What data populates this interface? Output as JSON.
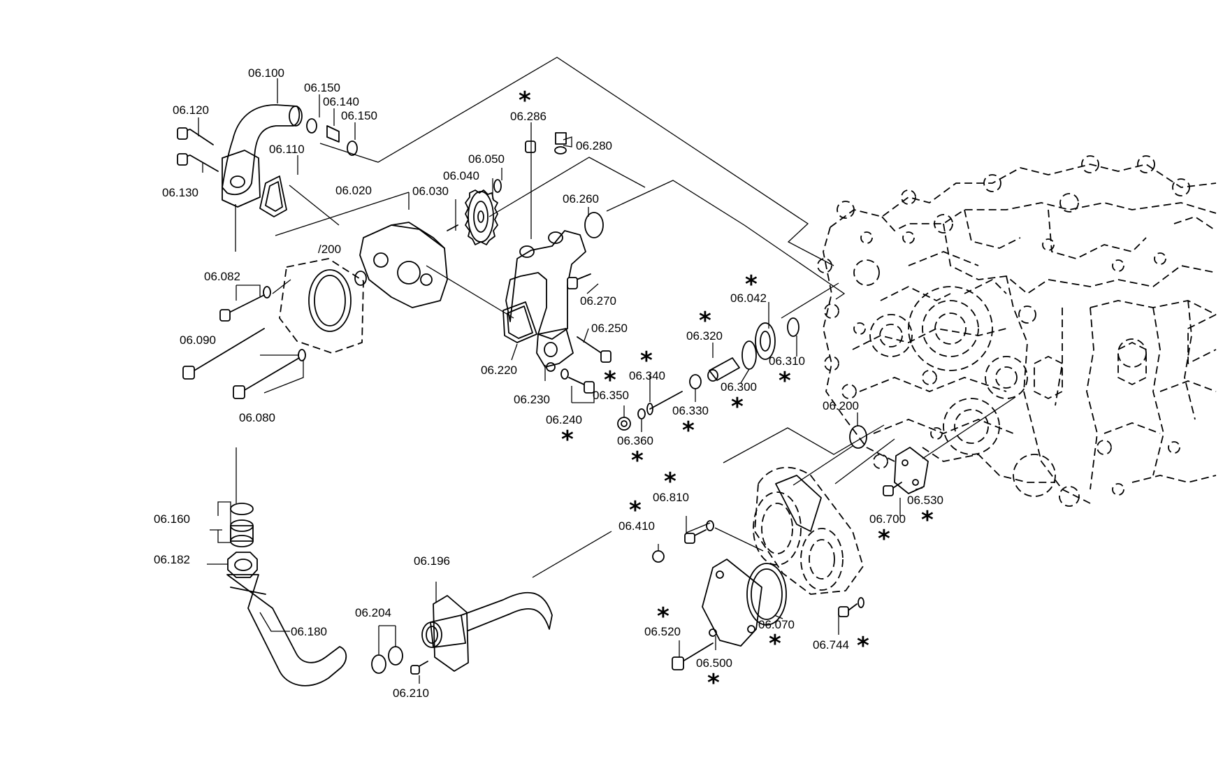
{
  "labels": {
    "l06100": "06.100",
    "l06120": "06.120",
    "l06150a": "06.150",
    "l06140": "06.140",
    "l06150b": "06.150",
    "l06110": "06.110",
    "l06130": "06.130",
    "l06020": "06.020",
    "l06030": "06.030",
    "l06040": "06.040",
    "l06050": "06.050",
    "l06286": "06.286",
    "l06280": "06.280",
    "l06260": "06.260",
    "l200": "/200",
    "l06082": "06.082",
    "l06090": "06.090",
    "l06080": "06.080",
    "l06270": "06.270",
    "l06250": "06.250",
    "l06220": "06.220",
    "l06230": "06.230",
    "l06240": "06.240",
    "l06042": "06.042",
    "l06320": "06.320",
    "l06310": "06.310",
    "l06300": "06.300",
    "l06340": "06.340",
    "l06330": "06.330",
    "l06350": "06.350",
    "l06360": "06.360",
    "l06200": "06.200",
    "l06530": "06.530",
    "l06700": "06.700",
    "l06810": "06.810",
    "l06410": "06.410",
    "l06160": "06.160",
    "l06182": "06.182",
    "l06180": "06.180",
    "l06196": "06.196",
    "l06204": "06.204",
    "l06210": "06.210",
    "l06520": "06.520",
    "l06500": "06.500",
    "l06070": "06.070",
    "l06744": "06.744"
  },
  "star_glyph": "*"
}
